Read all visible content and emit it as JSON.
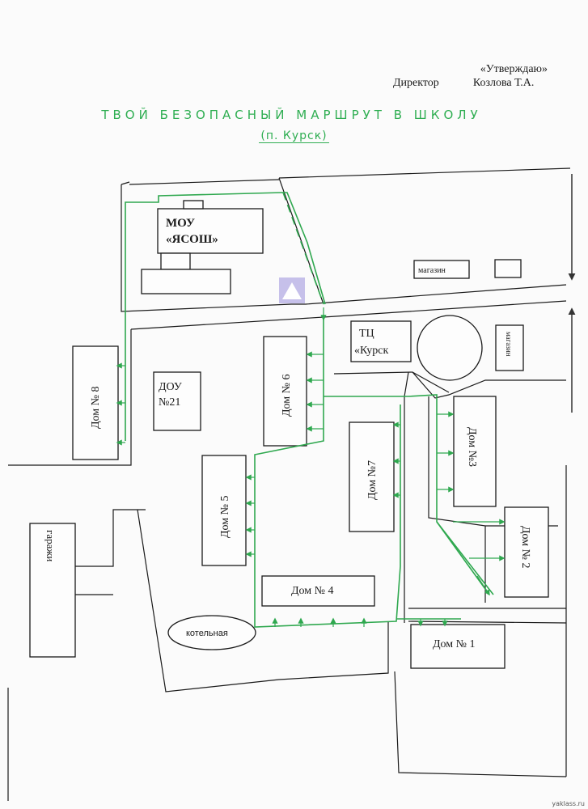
{
  "header": {
    "approval": "«Утверждаю»",
    "director_label": "Директор",
    "director_name": "Козлова Т.А.",
    "title": "ТВОЙ БЕЗОПАСНЫЙ МАРШРУТ В ШКОЛУ",
    "subtitle": "(п. Курск)"
  },
  "buildings": {
    "school_line1": "МОУ",
    "school_line2": "«ЯСОШ»",
    "shop_top": "магазин",
    "shop_right": "магазин",
    "tc_line1": "ТЦ",
    "tc_line2": "«Курск",
    "dom8": "Дом № 8",
    "dou_line1": "ДОУ",
    "dou_line2": "№21",
    "dom6": "Дом № 6",
    "dom7": "Дом №7",
    "dom3": "Дом №3",
    "dom5": "Дом № 5",
    "dom2": "Дом № 2",
    "dom4": "Дом № 4",
    "dom1": "Дом № 1",
    "garages": "гаражи",
    "boiler": "котельная"
  },
  "colors": {
    "route": "#2fa84f",
    "ink": "#1a1a1a",
    "title": "#2fae52"
  },
  "watermark": "yaklass.ru"
}
